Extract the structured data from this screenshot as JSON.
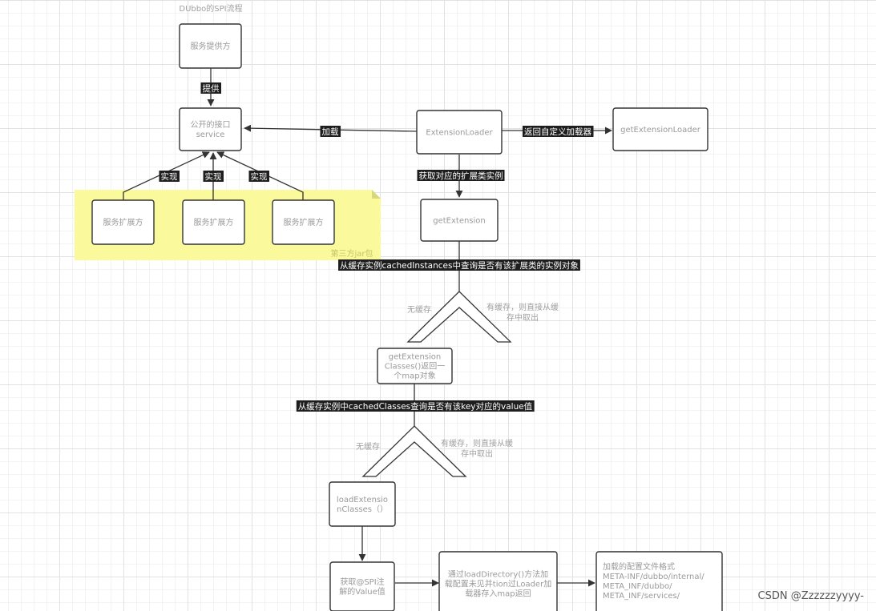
{
  "title": "DUbbo的SPI流程",
  "nodes": {
    "provider": [
      "服务提供方"
    ],
    "service": [
      "公开的接口",
      "service"
    ],
    "ext1": [
      "服务扩展方"
    ],
    "ext2": [
      "服务扩展方"
    ],
    "ext3": [
      "服务扩展方"
    ],
    "extensionLoader": [
      "ExtensionLoader"
    ],
    "getExtensionLoader": [
      "getExtensionLoader"
    ],
    "getExtension": [
      "getExtension"
    ],
    "getExtensionClasses": [
      "getExtension",
      "Classes()返回一",
      "个map对象"
    ],
    "loadExtensionClasses": [
      "loadExtensio",
      "nClasses（）"
    ],
    "getSpiValue": [
      "获取@SPI注",
      "解的Value值"
    ],
    "loadDirectory": [
      "通过loadDirectory()方法加",
      "载配置未见并tion过Loader加",
      "载器存入map返回"
    ],
    "configFormat": [
      "加载的配置文件格式",
      "META-INF/dubbo/internal/",
      "META_INF/dubbo/",
      "META_INF/services/"
    ]
  },
  "note": {
    "label": "第三方jar包"
  },
  "edge_labels": {
    "provide": "提供",
    "load": "加载",
    "return_loader": "返回自定义加载器",
    "get_instance": "获取对应的扩展类实例",
    "impl1": "实现",
    "impl2": "实现",
    "impl3": "实现",
    "query_instances": "从缓存实例cachedInstances中查询是否有该扩展类的实例对象",
    "query_classes": "从缓存实例中cachedClasses查询是否有该key对应的value值"
  },
  "branches": {
    "b1_no": "无缓存",
    "b1_yes": [
      "有缓存，则直接从缓",
      "存中取出"
    ],
    "b2_no": "无缓存",
    "b2_yes": [
      "有缓存，则直接从缓",
      "存中取出"
    ]
  },
  "watermark": "CSDN @Zzzzzzyyyy-"
}
